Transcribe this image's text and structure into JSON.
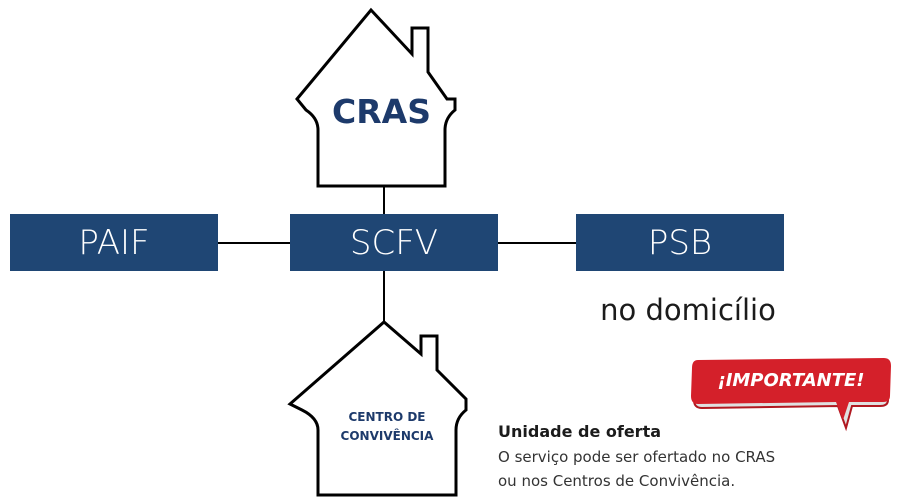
{
  "diagram": {
    "top_house": {
      "label": "CRAS"
    },
    "bottom_house": {
      "line1": "CENTRO DE",
      "line2": "CONVIVÊNCIA"
    },
    "boxes": {
      "left": "PAIF",
      "center": "SCFV",
      "right": "PSB"
    },
    "right_caption": "no domicílio"
  },
  "note": {
    "badge": "¡IMPORTANTE!",
    "title": "Unidade de oferta",
    "line1": "O serviço pode ser ofertado no CRAS",
    "line2": "ou nos Centros de Convivência."
  },
  "colors": {
    "box_fill": "#1f4674",
    "house_label": "#1d3a6b",
    "badge_red": "#d4202a"
  },
  "icons": [
    "house-icon",
    "speech-bubble-icon"
  ]
}
